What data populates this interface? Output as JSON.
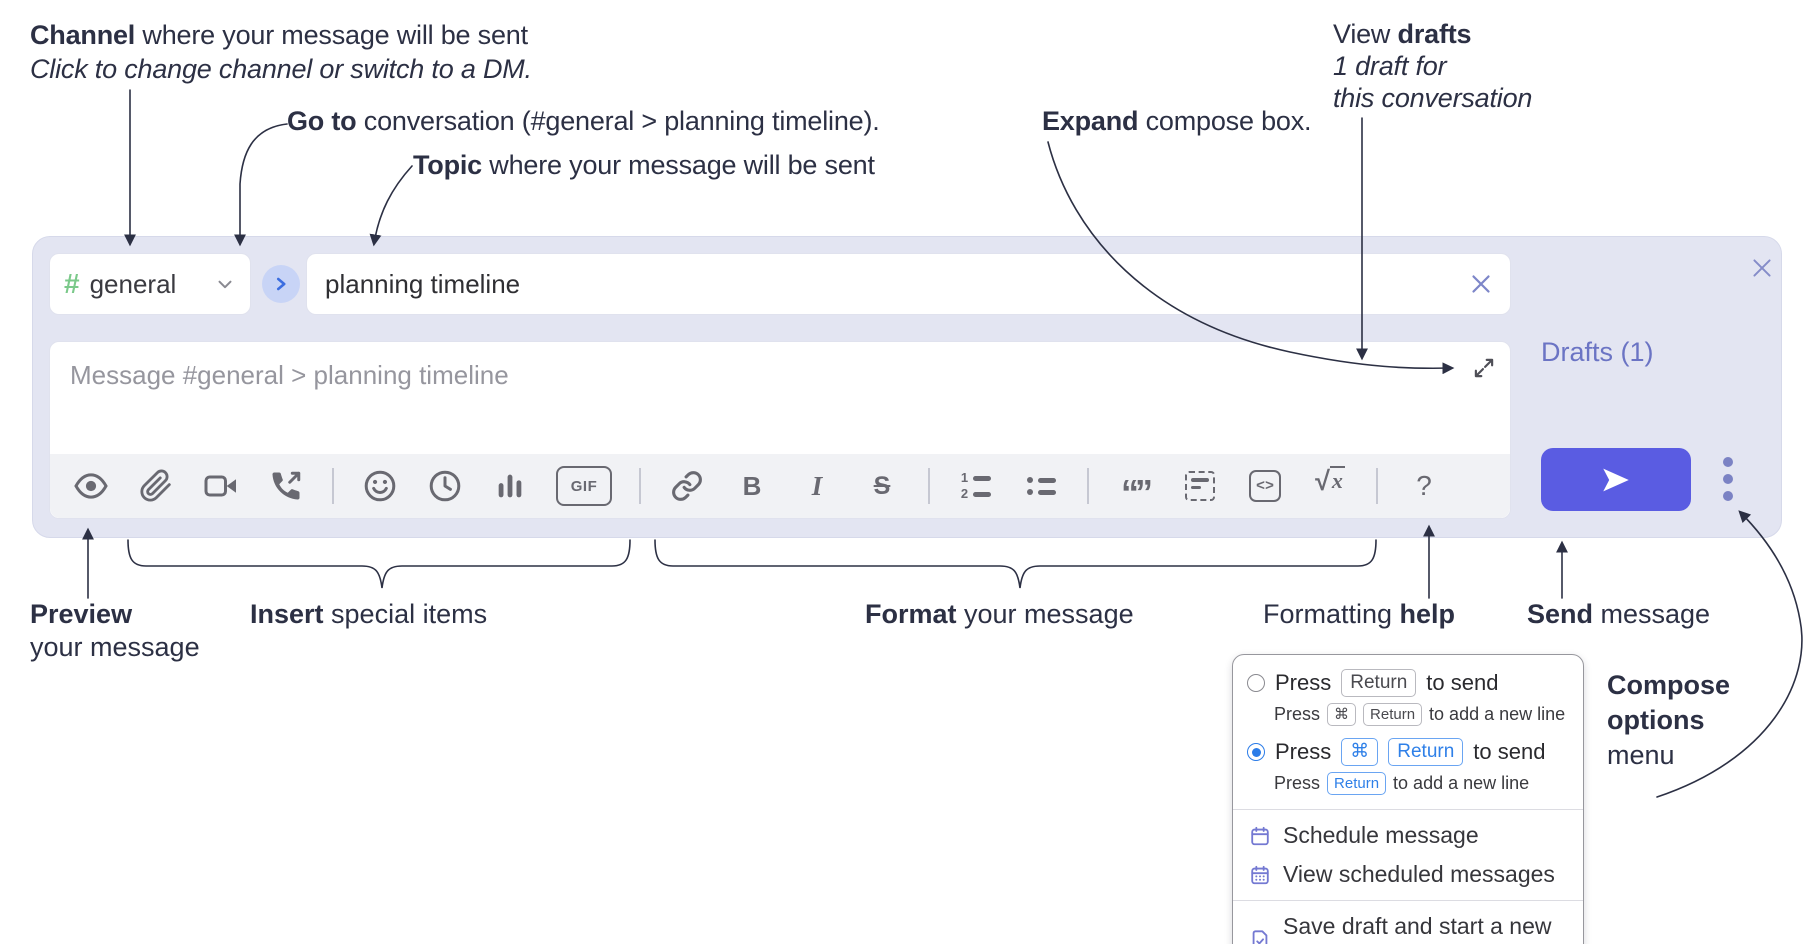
{
  "notes": {
    "channel_bold": "Channel",
    "channel_rest": " where your message will be sent",
    "channel_italic": "Click to change channel or switch to a DM.",
    "goto_bold": "Go to",
    "goto_rest": " conversation (#general > planning timeline).",
    "topic_bold": "Topic",
    "topic_rest": " where your message will be sent",
    "expand_bold": "Expand",
    "expand_rest": " compose box.",
    "drafts_pre": "View ",
    "drafts_bold": "drafts",
    "drafts_line2": "1 draft for",
    "drafts_line3": "this conversation",
    "preview_bold": "Preview",
    "preview_line2": "your message",
    "insert_bold": "Insert",
    "insert_rest": " special items",
    "format_bold": "Format",
    "format_rest": " your message",
    "help_pre": "Formatting ",
    "help_bold": "help",
    "send_bold": "Send",
    "send_rest": " message",
    "options_bold1": "Compose",
    "options_bold2": "options",
    "options_line3": "menu"
  },
  "compose": {
    "channel_hash": "#",
    "channel_name": "general",
    "topic_value": "planning timeline",
    "message_placeholder": "Message #general > planning timeline",
    "drafts_link": "Drafts (1)",
    "labels": {
      "gif": "GIF",
      "bold": "B",
      "italic": "I",
      "strike": "S",
      "ol1": "1",
      "ol2": "2",
      "quote": "“”",
      "code": "<>",
      "sqrt": "√",
      "math_x": "x",
      "help": "?"
    },
    "toolbar_icons": [
      "preview",
      "attach-file",
      "start-video-call",
      "start-voice-call",
      "emoji",
      "add-global-time",
      "create-poll",
      "add-gif",
      "link",
      "bold",
      "italic",
      "strikethrough",
      "numbered-list",
      "bulleted-list",
      "quote",
      "spoiler",
      "code",
      "math",
      "help"
    ]
  },
  "popup": {
    "press": "Press",
    "return_key": "Return",
    "cmd_key": "⌘",
    "to_send": "to send",
    "to_add": "to add a new line",
    "schedule": "Schedule message",
    "view_scheduled": "View scheduled messages",
    "save_draft": "Save draft and start a new message"
  },
  "colors": {
    "compose_bg": "#e3e5f2",
    "send_button": "#5a5ce2",
    "drafts_link": "#6b74c4",
    "hash_green": "#7bc98a",
    "selected_radio_blue": "#2b7ce8",
    "annotation_text": "#2c3044",
    "toolbar_icon": "#696971"
  }
}
